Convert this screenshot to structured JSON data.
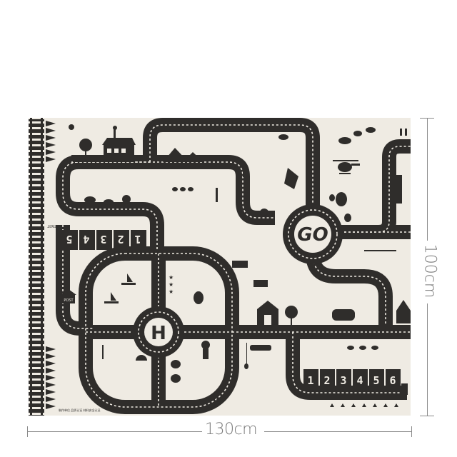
{
  "product": {
    "type": "kids road play mat",
    "dimensions": {
      "width_label": "130cm",
      "height_label": "100cm"
    }
  },
  "mat": {
    "roundabout_main_label": "GO",
    "helipad_label": "H",
    "post_box_label": "POST",
    "start_label": "START",
    "parking_top_left": [
      "5",
      "4",
      "3",
      "2",
      "1"
    ],
    "parking_bottom_right": [
      "1",
      "2",
      "3",
      "4",
      "5",
      "6"
    ],
    "fine_print": "制作单位 品质认证 材料安全认证"
  },
  "colors": {
    "road": "#2f2d2b",
    "mat_background": "#efebe3",
    "dash": "#efebe3",
    "dimension_line": "#8a8a8a"
  }
}
